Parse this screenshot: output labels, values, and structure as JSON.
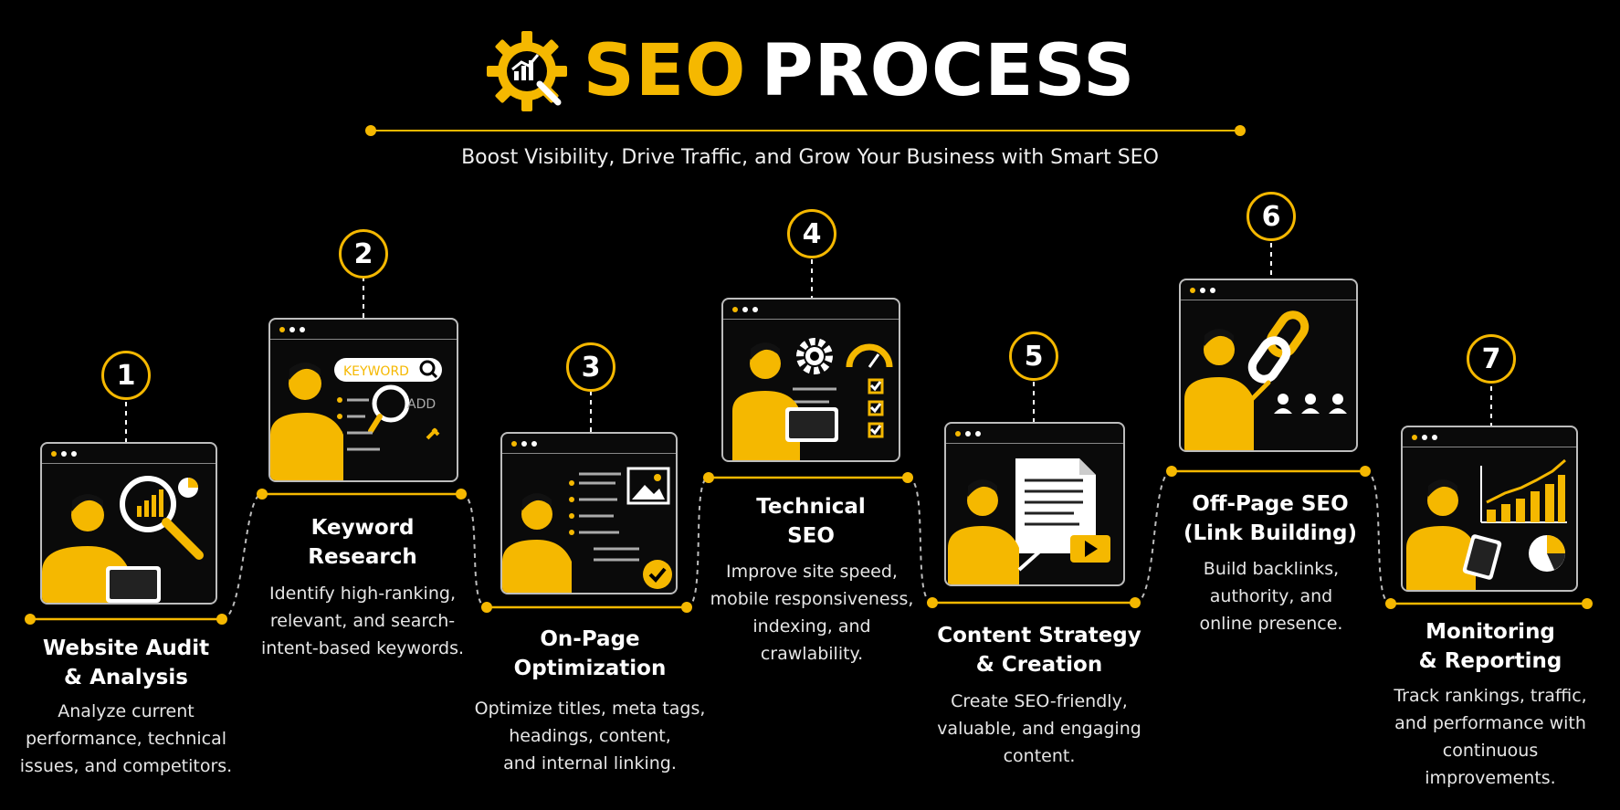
{
  "header": {
    "title_accent": "SEO",
    "title_main": "PROCESS",
    "subtitle": "Boost Visibility, Drive Traffic, and Grow Your Business with Smart SEO"
  },
  "colors": {
    "accent": "#f5b800",
    "background": "#000000",
    "text": "#ffffff"
  },
  "steps": [
    {
      "number": "1",
      "title_line1": "Website Audit",
      "title_line2": "& Analysis",
      "desc_line1": "Analyze current",
      "desc_line2": "performance, technical",
      "desc_line3": "issues, and competitors.",
      "desc_line4": "",
      "icon": "magnifier-analytics-icon"
    },
    {
      "number": "2",
      "title_line1": "Keyword",
      "title_line2": "Research",
      "desc_line1": "Identify high-ranking,",
      "desc_line2": "relevant, and search-",
      "desc_line3": "intent-based keywords.",
      "desc_line4": "",
      "icon": "keyword-search-icon",
      "search_label": "KEYWORD",
      "add_label": "ADD"
    },
    {
      "number": "3",
      "title_line1": "On-Page",
      "title_line2": "Optimization",
      "desc_line1": "Optimize titles, meta tags,",
      "desc_line2": "headings, content,",
      "desc_line3": "and internal linking.",
      "desc_line4": "",
      "icon": "page-check-icon"
    },
    {
      "number": "4",
      "title_line1": "Technical",
      "title_line2": "SEO",
      "desc_line1": "Improve site speed,",
      "desc_line2": "mobile responsiveness,",
      "desc_line3": "indexing, and",
      "desc_line4": "crawlability.",
      "icon": "gear-gauge-icon"
    },
    {
      "number": "5",
      "title_line1": "Content Strategy",
      "title_line2": "& Creation",
      "desc_line1": "Create SEO-friendly,",
      "desc_line2": "valuable, and engaging",
      "desc_line3": "content.",
      "desc_line4": "",
      "icon": "document-video-icon"
    },
    {
      "number": "6",
      "title_line1": "Off-Page SEO",
      "title_line2": "(Link Building)",
      "desc_line1": "Build backlinks,",
      "desc_line2": "authority, and",
      "desc_line3": "online presence.",
      "desc_line4": "",
      "icon": "chain-link-icon"
    },
    {
      "number": "7",
      "title_line1": "Monitoring",
      "title_line2": "& Reporting",
      "desc_line1": "Track rankings, traffic,",
      "desc_line2": "and performance with",
      "desc_line3": "continuous",
      "desc_line4": "improvements.",
      "icon": "growth-chart-icon"
    }
  ]
}
